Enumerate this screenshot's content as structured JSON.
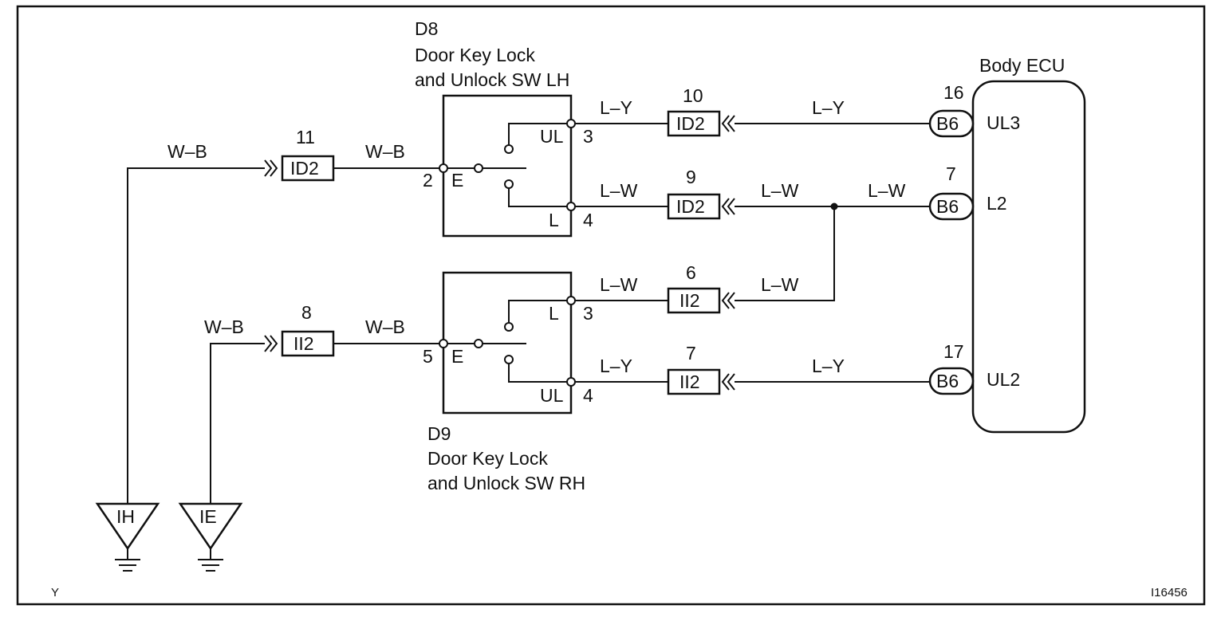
{
  "corner_label": "Y",
  "figure_id": "I16456",
  "ecu": {
    "title": "Body ECU",
    "pins": [
      {
        "num": "16",
        "connector": "B6",
        "name": "UL3"
      },
      {
        "num": "7",
        "connector": "B6",
        "name": "L2"
      },
      {
        "num": "17",
        "connector": "B6",
        "name": "UL2"
      }
    ]
  },
  "switch_lh": {
    "id": "D8",
    "name_line1": "Door Key Lock",
    "name_line2": "and Unlock SW LH",
    "pin_e": "2",
    "e_label": "E",
    "pin_ul": "3",
    "ul_label": "UL",
    "pin_l": "4",
    "l_label": "L"
  },
  "switch_rh": {
    "id": "D9",
    "name_line1": "Door Key Lock",
    "name_line2": "and Unlock SW RH",
    "pin_e": "5",
    "e_label": "E",
    "pin_l": "3",
    "l_label": "L",
    "pin_ul": "4",
    "ul_label": "UL"
  },
  "junctions": [
    {
      "num": "11",
      "name": "ID2"
    },
    {
      "num": "10",
      "name": "ID2"
    },
    {
      "num": "9",
      "name": "ID2"
    },
    {
      "num": "8",
      "name": "II2"
    },
    {
      "num": "6",
      "name": "II2"
    },
    {
      "num": "7",
      "name": "II2"
    }
  ],
  "wires": {
    "wb": "W–B",
    "ly": "L–Y",
    "lw": "L–W"
  },
  "grounds": [
    {
      "name": "IH"
    },
    {
      "name": "IE"
    }
  ]
}
